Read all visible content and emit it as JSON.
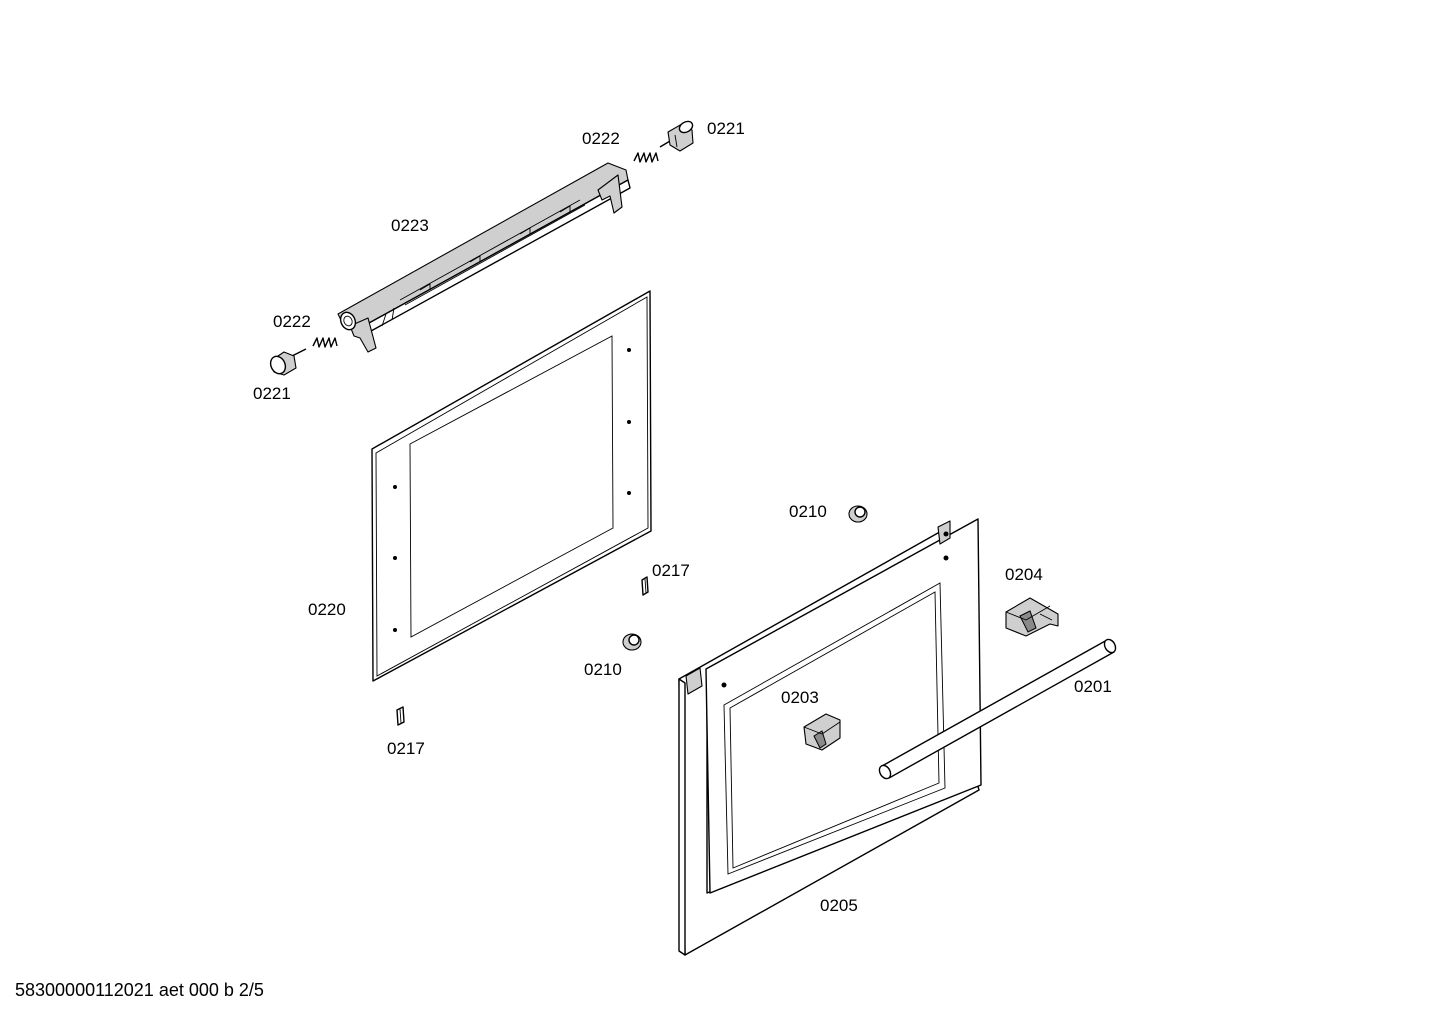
{
  "diagram": {
    "labels": {
      "l0221_top": "0221",
      "l0222_top": "0222",
      "l0223": "0223",
      "l0222_left": "0222",
      "l0221_left": "0221",
      "l0220": "0220",
      "l0217_mid": "0217",
      "l0210_mid": "0210",
      "l0217_bottom": "0217",
      "l0210_top": "0210",
      "l0204": "0204",
      "l0201": "0201",
      "l0203": "0203",
      "l0205": "0205"
    }
  },
  "footer": {
    "text": "58300000112021 aet 000 b 2/5"
  }
}
